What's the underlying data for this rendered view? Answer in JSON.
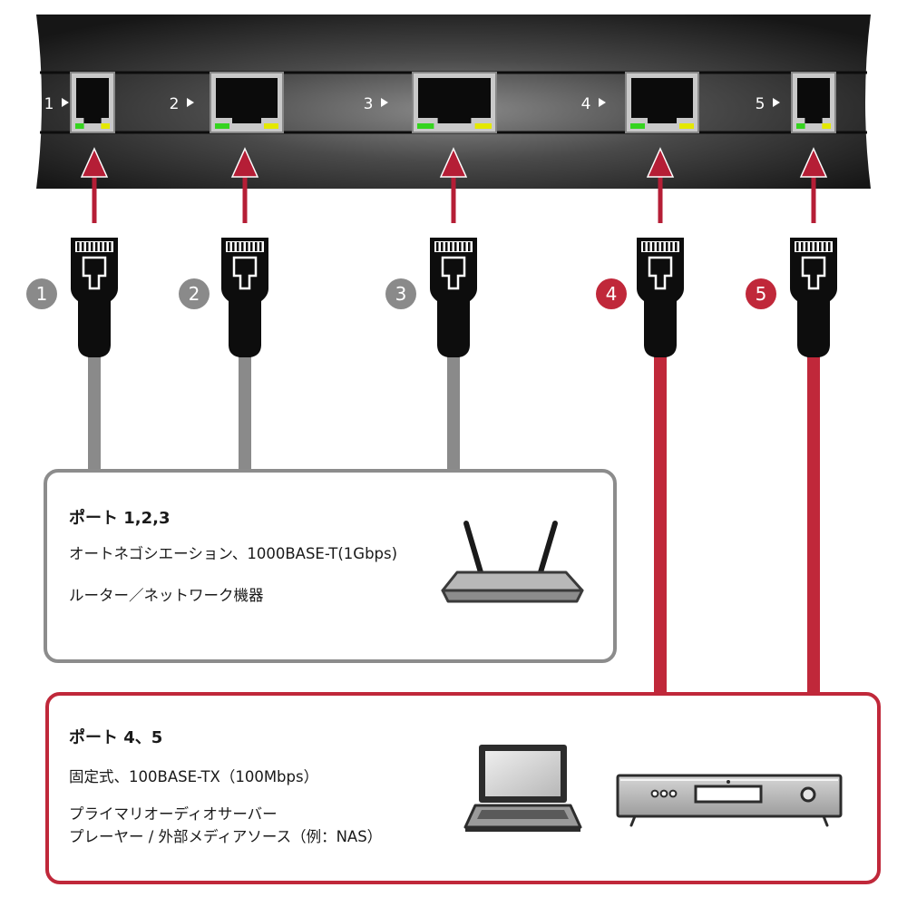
{
  "switch": {
    "ports": [
      {
        "label": "1",
        "led_left": "#35d41f",
        "led_right": "#e4e800"
      },
      {
        "label": "2",
        "led_left": "#35d41f",
        "led_right": "#e4e800"
      },
      {
        "label": "3",
        "led_left": "#35d41f",
        "led_right": "#e4e800"
      },
      {
        "label": "4",
        "led_left": "#35d41f",
        "led_right": "#e4e800"
      },
      {
        "label": "5",
        "led_left": "#35d41f",
        "led_right": "#e4e800"
      }
    ]
  },
  "cables": [
    {
      "number": "1",
      "color": "#8a8a8a"
    },
    {
      "number": "2",
      "color": "#8a8a8a"
    },
    {
      "number": "3",
      "color": "#8a8a8a"
    },
    {
      "number": "4",
      "color": "#c0283a"
    },
    {
      "number": "5",
      "color": "#c0283a"
    }
  ],
  "colors": {
    "gray_group": "#8a8a8a",
    "red_group": "#c0283a",
    "arrow": "#b51e36",
    "switch_body": "#1c1c1c"
  },
  "panels": {
    "gray": {
      "title": "ポート 1,2,3",
      "line1": "オートネゴシエーション、1000BASE-T(1Gbps)",
      "line2": "ルーター／ネットワーク機器",
      "icons": [
        "router-icon"
      ]
    },
    "red": {
      "title": "ポート 4、5",
      "line1": "固定式、100BASE-TX（100Mbps）",
      "line2": "プライマリオーディオサーバー",
      "line3": "プレーヤー / 外部メディアソース（例：NAS）",
      "icons": [
        "laptop-icon",
        "audio-player-icon"
      ]
    }
  }
}
